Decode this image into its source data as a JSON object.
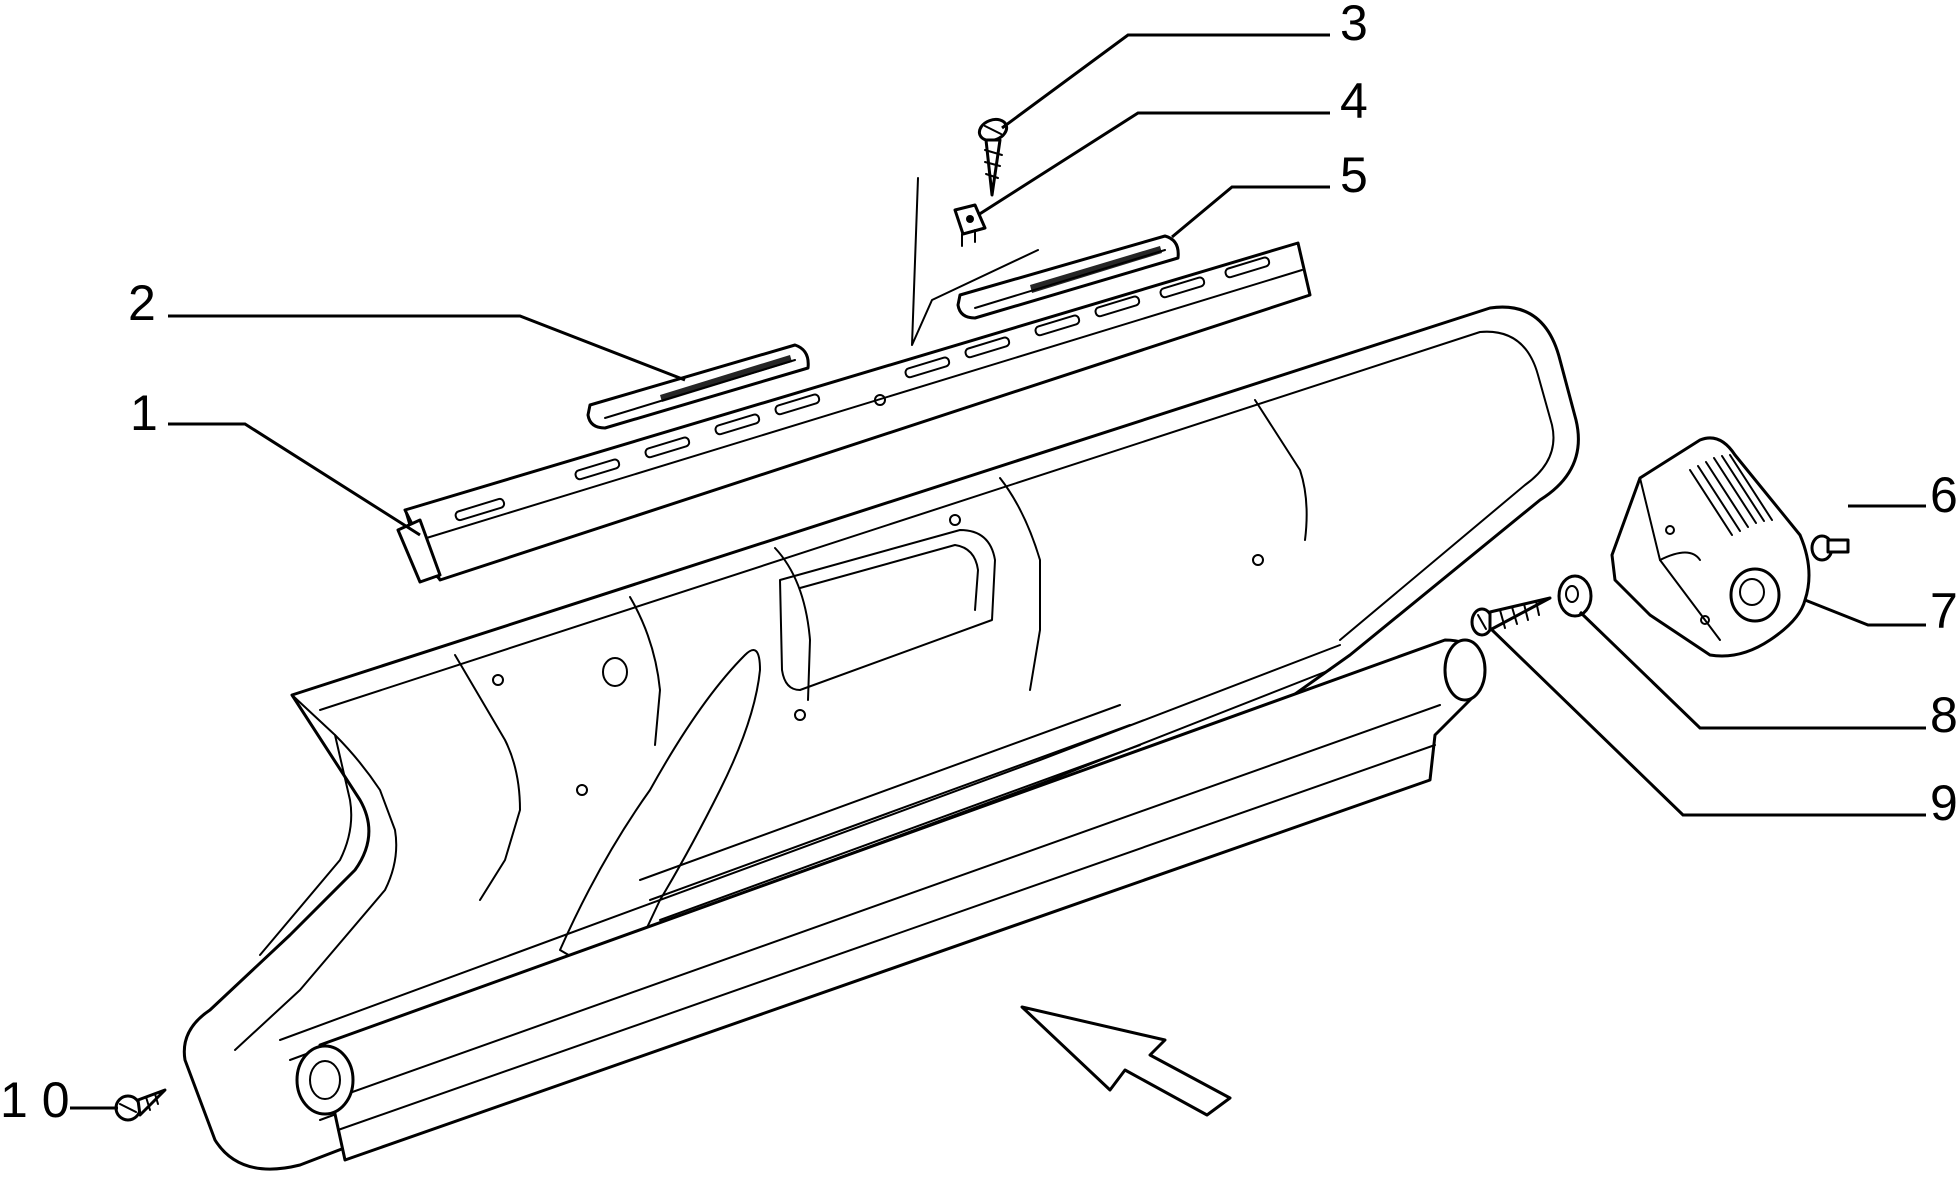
{
  "diagram": {
    "callouts": [
      {
        "id": "1",
        "label": "1"
      },
      {
        "id": "2",
        "label": "2"
      },
      {
        "id": "3",
        "label": "3"
      },
      {
        "id": "4",
        "label": "4"
      },
      {
        "id": "5",
        "label": "5"
      },
      {
        "id": "6",
        "label": "6"
      },
      {
        "id": "7",
        "label": "7"
      },
      {
        "id": "8",
        "label": "8"
      },
      {
        "id": "9",
        "label": "9"
      },
      {
        "id": "10",
        "label": "1 0"
      }
    ],
    "colors": {
      "stroke": "#000000",
      "background": "#ffffff"
    }
  }
}
